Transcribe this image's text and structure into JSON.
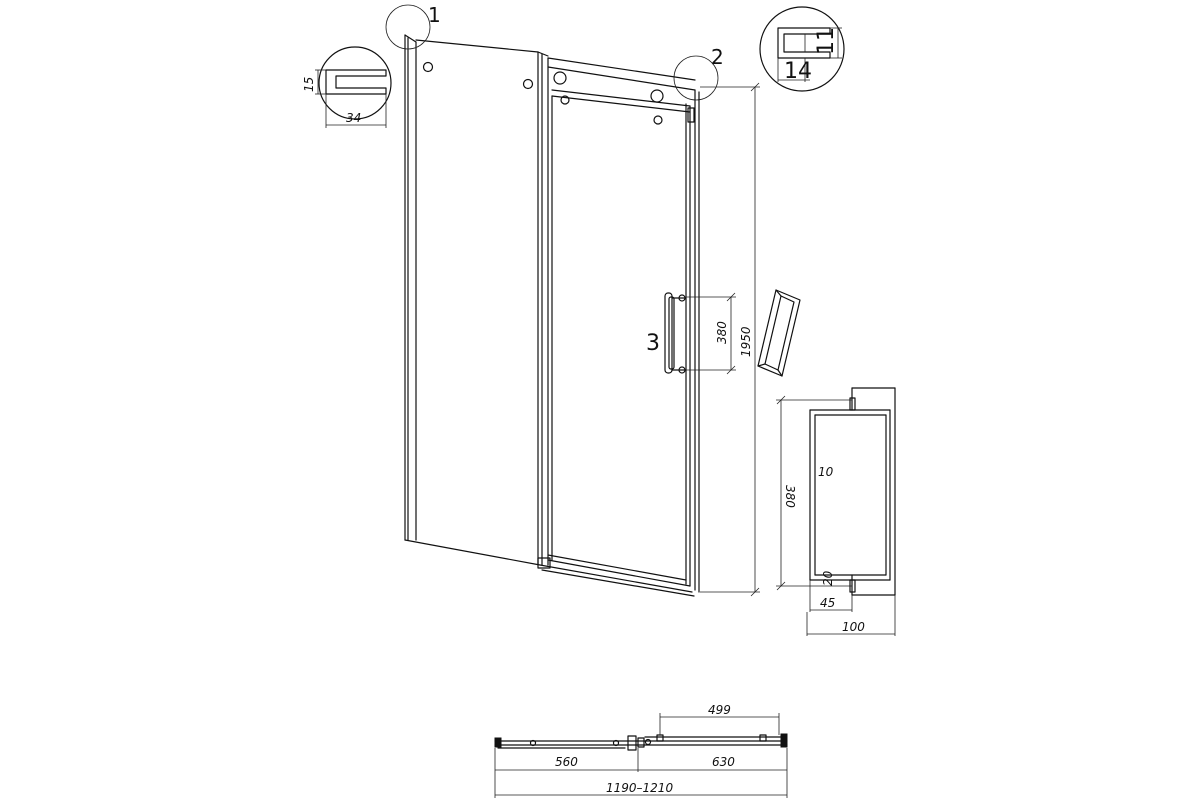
{
  "callouts": {
    "c1": "1",
    "c2": "2",
    "c3": "3"
  },
  "profile_detail_1": {
    "height": "15",
    "width": "34"
  },
  "profile_detail_2": {
    "height": "11",
    "width": "14"
  },
  "door": {
    "height": "1950",
    "handle_span": "380"
  },
  "handle_detail": {
    "span": "380",
    "bar_diameter": "10",
    "standoff": "20",
    "inner_depth": "45",
    "outer_depth": "100"
  },
  "plan_view": {
    "door_travel": "499",
    "fixed_panel": "560",
    "sliding_panel": "630",
    "total_width": "1190–1210"
  }
}
